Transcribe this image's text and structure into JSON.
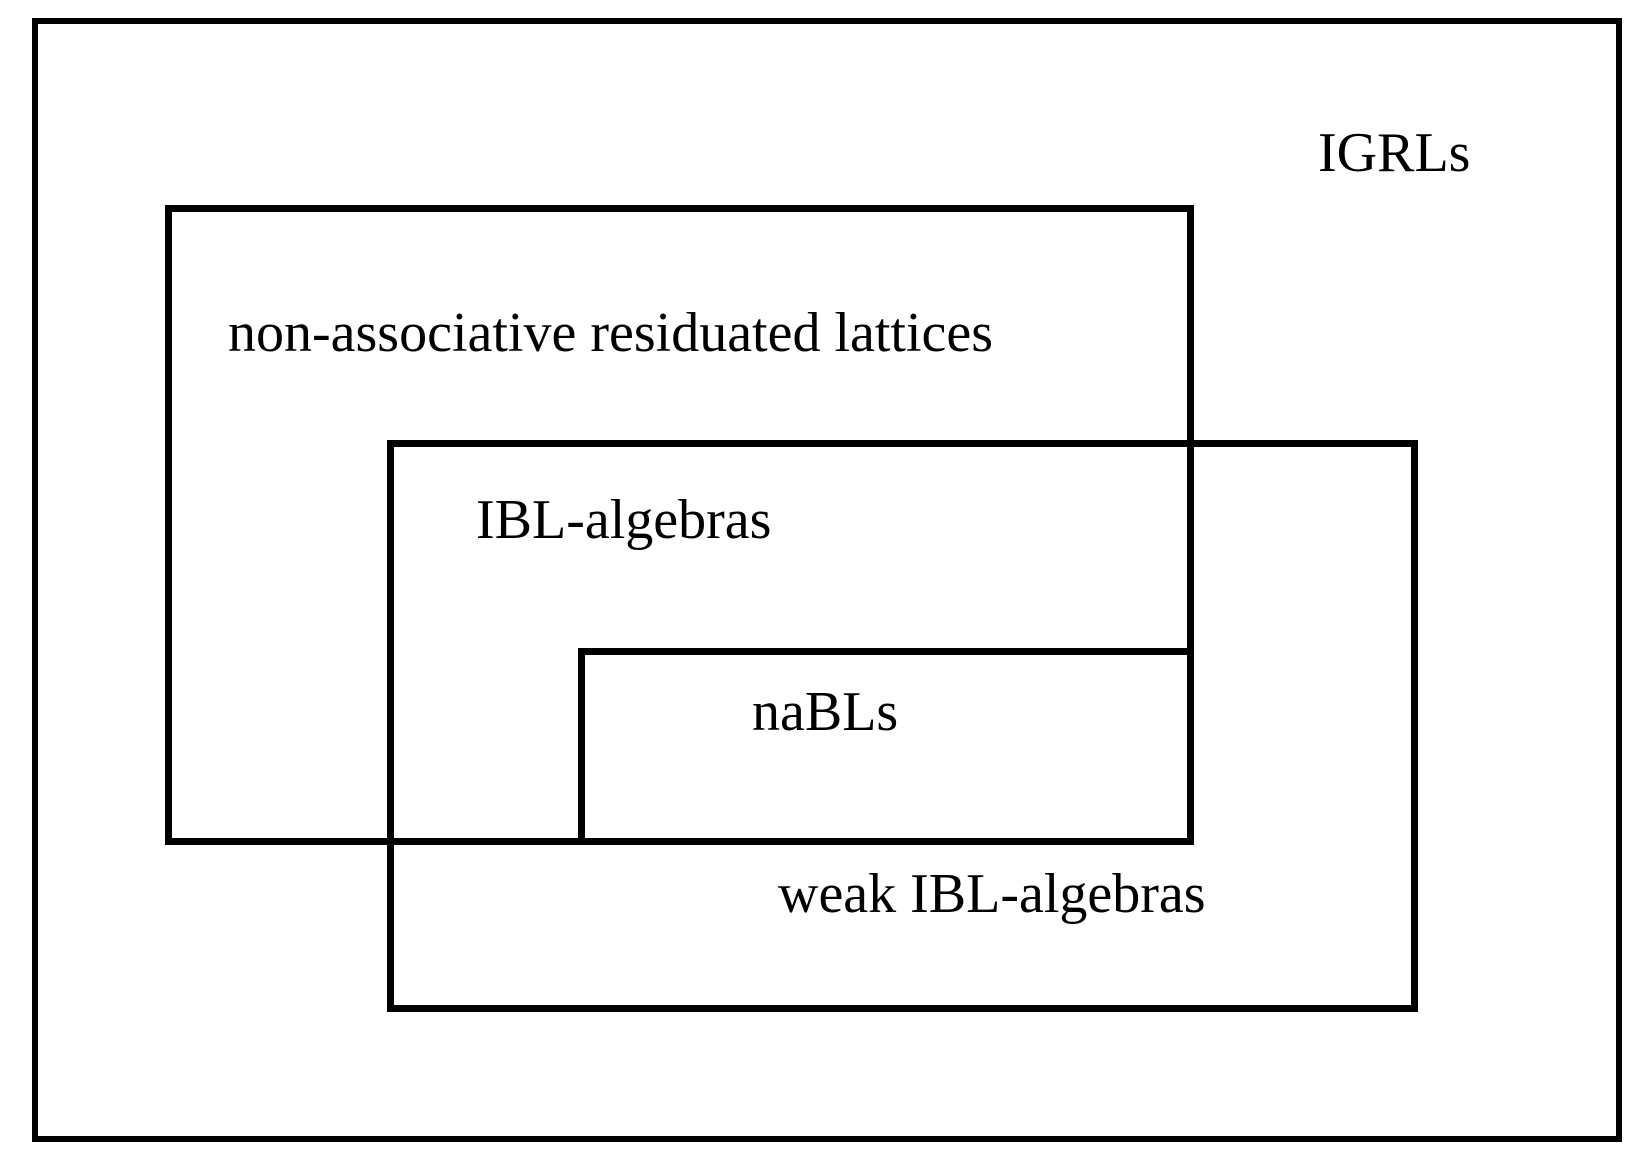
{
  "diagram": {
    "type": "nested-set-containment-diagram",
    "title_shown": false,
    "background_color": "#ffffff",
    "stroke_color": "#000000",
    "regions": [
      {
        "id": "igrls",
        "label": "IGRLs",
        "role": "outermost-universe",
        "label_position": "top-right"
      },
      {
        "id": "non_associative_residuated_lattices",
        "label": "non-associative residuated lattices",
        "role": "subset-of-igrls",
        "label_position": "top-left-inside"
      },
      {
        "id": "weak_ibl_algebras",
        "label": "weak IBL-algebras",
        "role": "subset-of-igrls-overlapping-narl",
        "label_position": "bottom-right-inside"
      },
      {
        "id": "ibl_algebras",
        "label": "IBL-algebras",
        "role": "intersection-of-narl-and-weak-ibl",
        "label_position": "top-left-inside"
      },
      {
        "id": "nabls",
        "label": "naBLs",
        "role": "innermost-subset-of-ibl-algebras",
        "label_position": "center"
      }
    ]
  }
}
